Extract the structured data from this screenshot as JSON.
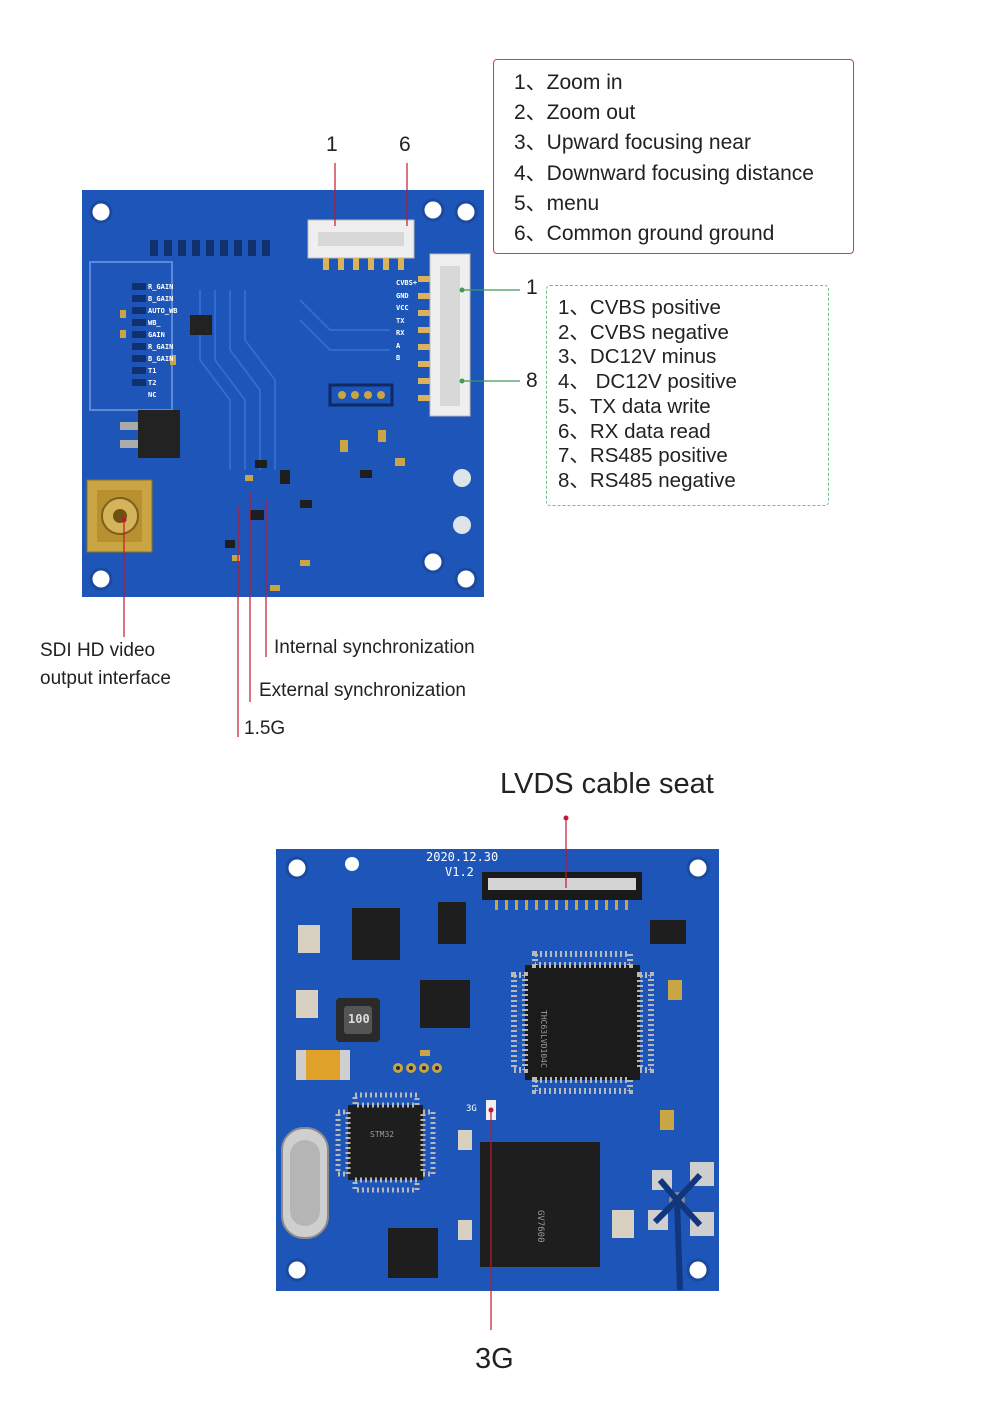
{
  "top_board": {
    "connector_numbers": {
      "left": "1",
      "right": "6"
    },
    "side_connector_numbers": {
      "top": "1",
      "bottom": "8"
    },
    "control_pins": [
      "1、Zoom in",
      "2、Zoom out",
      "3、Upward focusing near",
      "4、Downward focusing distance",
      "5、menu",
      "6、Common ground ground"
    ],
    "power_pins": [
      "1、CVBS positive",
      "2、CVBS negative",
      "3、DC12V minus",
      "4、 DC12V positive",
      "5、TX data write",
      "6、RX data read",
      "7、RS485 positive",
      "8、RS485 negative"
    ],
    "sdi_label_line1": "SDI HD video",
    "sdi_label_line2": "output interface",
    "internal_sync": "Internal synchronization",
    "external_sync": "External synchronization",
    "rate_label": "1.5G",
    "silkscreen": [
      "R_GAIN",
      "B_GAIN",
      "AUTO_WB",
      "WB_",
      "GAIN",
      "R_GAIN",
      "B_GAIN",
      "T1",
      "T2",
      "NC",
      "CVBS+",
      "GND",
      "VCC",
      "TX",
      "RX",
      "A",
      "B"
    ]
  },
  "bottom_board": {
    "lvds_label": "LVDS cable seat",
    "rate_label": "3G",
    "silkscreen_date": "2020.12.30",
    "silkscreen_version": "V1.2",
    "chip_text_1": "THC63LVD104C",
    "chip_text_2": "GV7600",
    "chip_text_3": "STM32",
    "inductor_text": "100",
    "pad_text": "3G"
  },
  "colors": {
    "pcb_blue": "#1d56b8",
    "pcb_dark": "#123f8f",
    "gold": "#c9a544",
    "control_box_border": "#b0486e",
    "pin_box_border": "#6cc08a",
    "leader_red": "#c0182e",
    "leader_green": "#3f9a5c"
  }
}
